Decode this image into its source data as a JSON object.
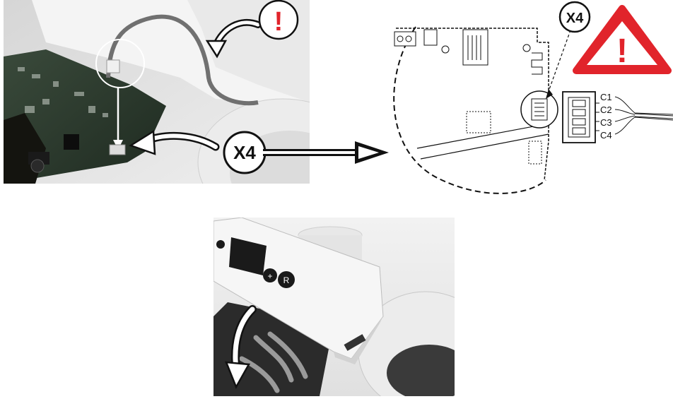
{
  "callouts": {
    "x4_label_photo": "X4",
    "x4_label_diagram": "X4",
    "warning_small": "!",
    "warning_big": "!"
  },
  "connector_pins": [
    "C1",
    "C2",
    "C3",
    "C4"
  ],
  "colors": {
    "warning_red": "#e1242b",
    "line": "#111111",
    "board_green": "#2d3a2e",
    "housing_white": "#f2f2f2"
  }
}
